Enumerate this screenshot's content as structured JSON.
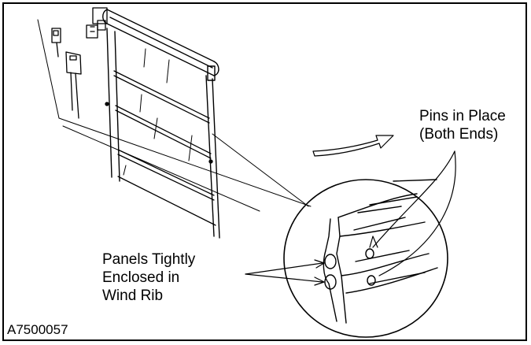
{
  "callouts": {
    "pins": {
      "line1": "Pins in Place",
      "line2": "(Both Ends)"
    },
    "panels": {
      "line1": "Panels Tightly",
      "line2": "Enclosed in",
      "line3": "Wind Rib"
    }
  },
  "figure_id": "A7500057"
}
